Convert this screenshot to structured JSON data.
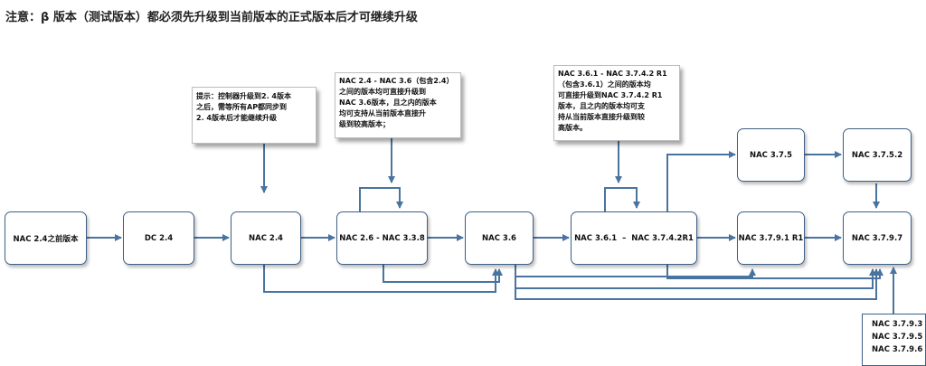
{
  "title": "注意：β 版本（测试版本）都必须先升级到当前版本的正式版本后才可继续升级",
  "nodes": {
    "n1": "NAC 2.4之前版本",
    "n2": "DC 2.4",
    "n3": "NAC 2.4",
    "n4": "NAC 2.6 - NAC 3.3.8",
    "n5": "NAC 3.6",
    "n6": "NAC 3.6.1  –  NAC 3.7.4.2R1",
    "n7": "NAC 3.7.5",
    "n8": "NAC 3.7.5.2",
    "n9": "NAC 3.7.9.1 R1",
    "n10": "NAC 3.7.9.7"
  },
  "notes": {
    "note1": [
      "提示：控制器升级到2. 4版本",
      "之后，需等所有AP都同步到",
      "2. 4版本后才能继续升级"
    ],
    "note2": [
      "NAC 2.4 - NAC 3.6（包含2.4）",
      "之间的版本均可直接升级到",
      "NAC 3.6版本，且之内的版本",
      "均可支持从当前版本直接升",
      "级到较高版本；"
    ],
    "note3": [
      "NAC 3.6.1 - NAC 3.7.4.2 R1",
      "（包含3.6.1）之间的版本均",
      "可直接升级到NAC 3.7.4.2 R1",
      "版本，且之内的版本均可支",
      "持从当前版本直接升级到较",
      "高版本。"
    ]
  },
  "side_versions": [
    "NAC 3.7.9.3",
    "NAC 3.7.9.5",
    "NAC 3.7.9.6"
  ],
  "colors": {
    "arrow": "#4a74a0",
    "border": "#3e5f86"
  }
}
